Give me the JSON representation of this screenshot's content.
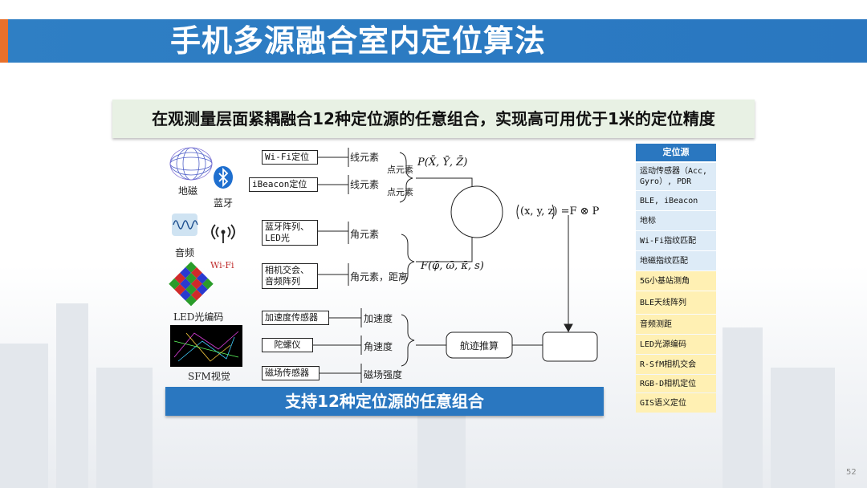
{
  "title": "手机多源融合室内定位算法",
  "subtitle": "在观测量层面紧耦融合12种定位源的任意组合，实现高可用优于1米的定位精度",
  "banner": "支持12种定位源的任意组合",
  "page_number": "52",
  "icons": {
    "geomag": "地磁",
    "bluetooth": "蓝牙",
    "audio": "音频",
    "wifi": "Wi-Fi",
    "led": "LED光编码",
    "sfm": "SFM视觉"
  },
  "sources": {
    "wifi": "Wi-Fi定位",
    "ibeacon": "iBeacon定位",
    "bt_led": "蓝牙阵列、LED光",
    "cam_audio": "相机交会、音频阵列",
    "accel": "加速度传感器",
    "gyro": "陀螺仪",
    "mag": "磁场传感器"
  },
  "elements": {
    "line1": "线元素",
    "line2": "线元素",
    "point1": "点元素",
    "point2": "点元素",
    "angle1": "角元素",
    "angle2": "角元素，距离",
    "accel": "加速度",
    "angvel": "角速度",
    "magstr": "磁场强度"
  },
  "formulas": {
    "p": "P(X̄, Ȳ, Z̄)",
    "f": "F(φ̄, ω̄, κ̄, s)",
    "fusion": "(x, y, z) =F ⊗ P"
  },
  "dead_reckoning": "航迹推算",
  "source_table": {
    "header": "定位源",
    "blue_items": [
      "运动传感器（Acc, Gyro）, PDR",
      "BLE, iBeacon",
      "地标",
      "Wi-Fi指纹匹配",
      "地磁指纹匹配"
    ],
    "yellow_items": [
      "5G小基站测角",
      "BLE天线阵列",
      "音频测距",
      "LED光源编码",
      "R-SfM相机交会",
      "RGB-D相机定位",
      "GIS语义定位"
    ],
    "colors": {
      "blue": "#ddebf7",
      "yellow": "#fff0b3",
      "header": "#2a77c0"
    }
  }
}
